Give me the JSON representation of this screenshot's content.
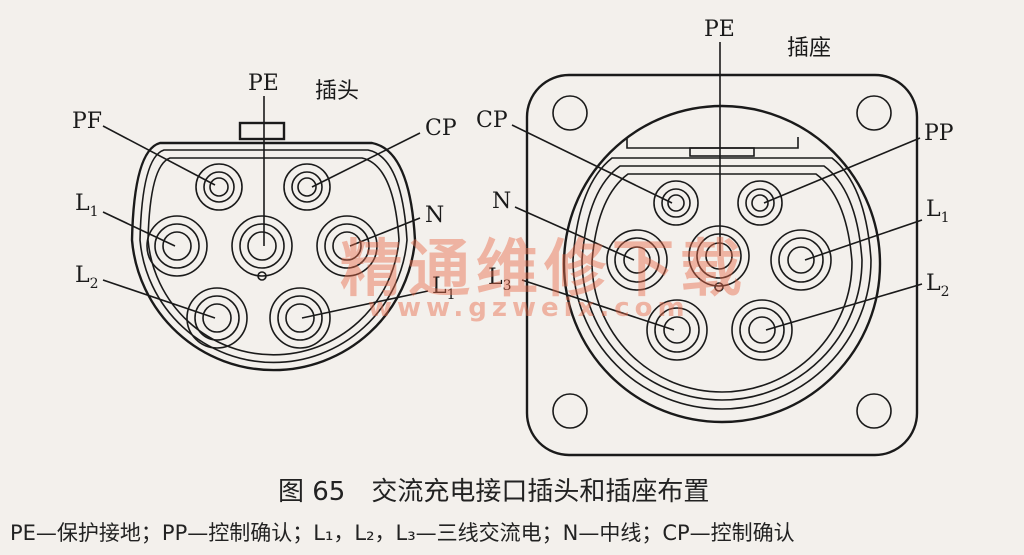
{
  "plug": {
    "title": "插头",
    "labels": {
      "pe": "PE",
      "pf": "PF",
      "cp": "CP",
      "l1": "L",
      "l1_sub": "1",
      "n": "N",
      "l2": "L",
      "l2_sub": "2",
      "l1b": "L",
      "l1b_sub": "1"
    }
  },
  "socket": {
    "title": "插座",
    "labels": {
      "pe": "PE",
      "cp": "CP",
      "pp": "PP",
      "n": "N",
      "l1": "L",
      "l1_sub": "1",
      "l3": "L",
      "l3_sub": "3",
      "l2": "L",
      "l2_sub": "2"
    }
  },
  "watermark": {
    "main": "精通维修下载",
    "url": "www.gzweix.com",
    "color": "#e86a4a"
  },
  "caption": {
    "title": "图 65　交流充电接口插头和插座布置",
    "legend": "PE—保护接地；PP—控制确认；L₁，L₂，L₃—三线交流电；N—中线；CP—控制确认"
  }
}
